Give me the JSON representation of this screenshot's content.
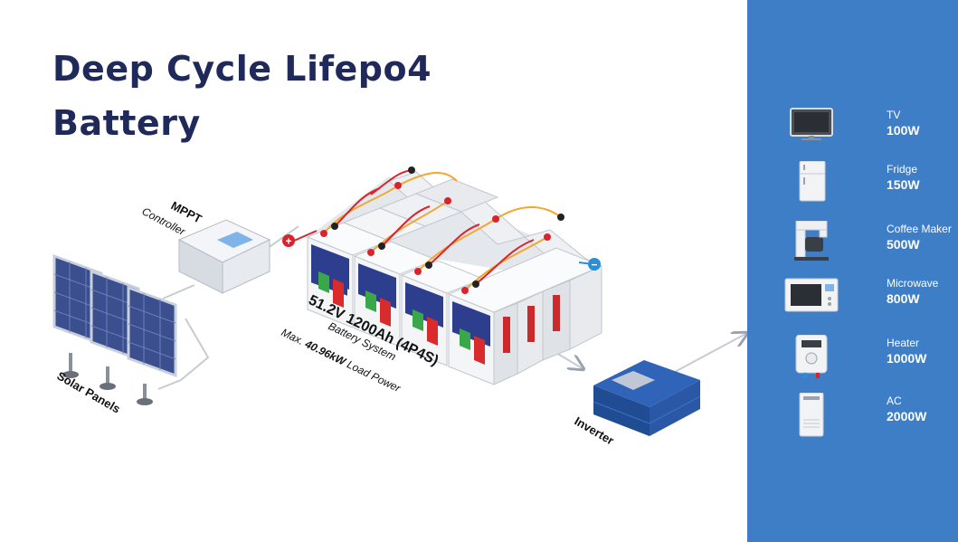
{
  "title": {
    "line1": "Deep Cycle Lifepo4",
    "line2": "Battery"
  },
  "components": {
    "mppt_line1": "MPPT",
    "mppt_line2": "Controller",
    "solar": "Solar Panels",
    "inverter": "Inverter",
    "plus_symbol": "+",
    "minus_symbol": "−"
  },
  "battery_system": {
    "spec": "51.2V 1200Ah (4P4S)",
    "name": "Battery System",
    "load_prefix": "Max.",
    "load_value": "40.96kW",
    "load_suffix": "Load Power"
  },
  "appliances": [
    {
      "name": "TV",
      "power": "100W",
      "icon": "tv-icon"
    },
    {
      "name": "Fridge",
      "power": "150W",
      "icon": "fridge-icon"
    },
    {
      "name": "Coffee Maker",
      "power": "500W",
      "icon": "coffee-maker-icon"
    },
    {
      "name": "Microwave",
      "power": "800W",
      "icon": "microwave-icon"
    },
    {
      "name": "Heater",
      "power": "1000W",
      "icon": "heater-icon"
    },
    {
      "name": "AC",
      "power": "2000W",
      "icon": "ac-icon"
    }
  ],
  "colors": {
    "title": "#1f2a5a",
    "panel": "#3e7ec6",
    "inverter": "#2f64b8",
    "positive": "#d9242e",
    "negative": "#2a8fd8",
    "wire": "#f0a830"
  }
}
